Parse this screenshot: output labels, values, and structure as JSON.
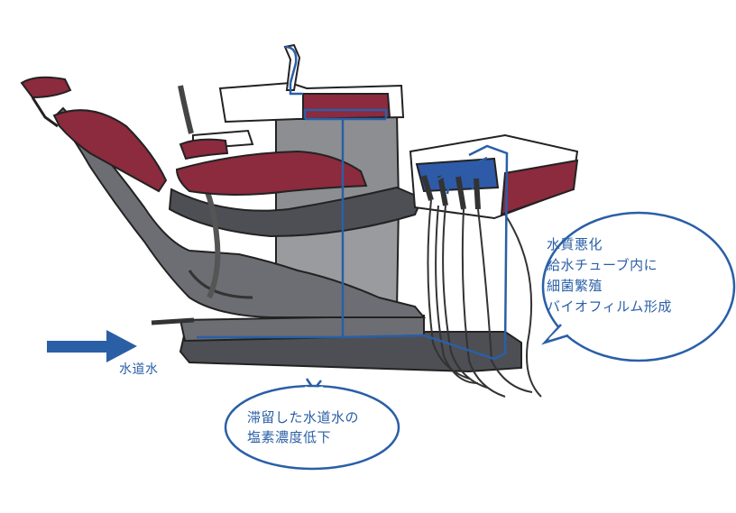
{
  "colors": {
    "line": "#2a5fa6",
    "text": "#2a5fa6",
    "upholstery": "#8c2a3e",
    "base_gray": "#6d6e73",
    "dark_gray": "#4e4f54",
    "light_gray": "#9a9b9f",
    "panel_screen": "#2f5aa8"
  },
  "labels": {
    "inlet": "水道水",
    "bubble_bottom": [
      "滞留した水道水の",
      "塩素濃度低下"
    ],
    "bubble_right": [
      "水質悪化",
      "給水チューブ内に",
      "細菌繁殖",
      "バイオフィルム形成"
    ]
  },
  "icons": {
    "inlet_arrow": "arrow-right-icon"
  }
}
